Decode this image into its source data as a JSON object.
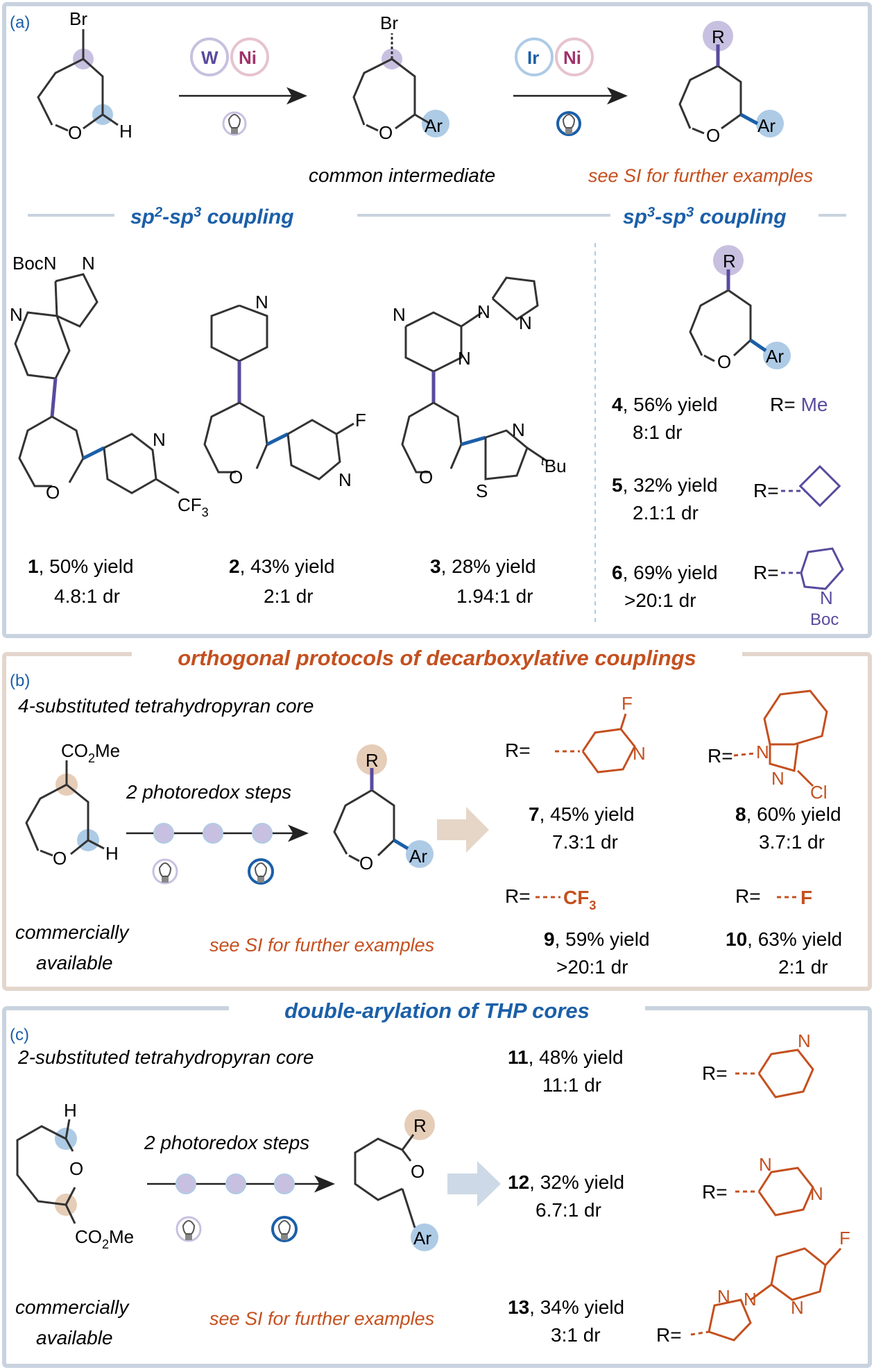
{
  "colors": {
    "blue": "#1b5fa8",
    "purple": "#5a4a9e",
    "orange": "#c4501f",
    "bond": "#333333",
    "panelA_border": "#c9d3df",
    "panelB_border": "#e3d6cc",
    "panelC_border": "#c9d3df",
    "circle_blue": "#aecbe6",
    "circle_purple": "#c8c0e0",
    "circle_tan": "#e6cdb8"
  },
  "panel_a": {
    "label": "(a)",
    "sm_br": "Br",
    "sm_h": "H",
    "sm_o": "O",
    "cat1_w": "W",
    "cat1_ni": "Ni",
    "cat2_ir": "Ir",
    "cat2_ni": "Ni",
    "int_br": "Br",
    "int_o": "O",
    "int_ar": "Ar",
    "int_caption": "common intermediate",
    "prod_r": "R",
    "prod_o": "O",
    "prod_ar": "Ar",
    "see_si": "see SI for further examples",
    "sp2_heading_pre": "sp",
    "sp2_heading_sup1": "2",
    "sp2_heading_mid": "-sp",
    "sp2_heading_sup2": "3",
    "sp2_heading_post": " coupling",
    "sp3_heading_pre": "sp",
    "sp3_heading_sup1": "3",
    "sp3_heading_mid": "-sp",
    "sp3_heading_sup2": "3",
    "sp3_heading_post": " coupling",
    "c1_boc": "BocN",
    "c1_n": "N",
    "c1_n_pyr": "N",
    "c1_o": "O",
    "c1_n2": "N",
    "c1_cf3": "CF",
    "c1_cf3_sub": "3",
    "c1_num": "1",
    "c1_yield": ", 50% yield",
    "c1_dr": "4.8:1 dr",
    "c2_n": "N",
    "c2_o": "O",
    "c2_f": "F",
    "c2_n2": "N",
    "c2_num": "2",
    "c2_yield": ", 43% yield",
    "c2_dr": "2:1 dr",
    "c3_n1": "N",
    "c3_n2": "N",
    "c3_n3": "N",
    "c3_n4": "N",
    "c3_o": "O",
    "c3_n5": "N",
    "c3_s": "S",
    "c3_tbu_sup": "t",
    "c3_tbu": "Bu",
    "c3_num": "3",
    "c3_yield": ", 28% yield",
    "c3_dr": "1.94:1 dr",
    "c4_r": "R",
    "c4_o": "O",
    "c4_ar": "Ar",
    "c4_num": "4",
    "c4_yield": ", 56% yield",
    "c4_dr": "8:1 dr",
    "c4_req": "R=",
    "c4_me": "Me",
    "c5_num": "5",
    "c5_yield": ", 32% yield",
    "c5_dr": "2.1:1 dr",
    "c5_req": "R=",
    "c6_num": "6",
    "c6_yield": ", 69% yield",
    "c6_dr": ">20:1 dr",
    "c6_req": "R=",
    "c6_n": "N",
    "c6_boc": "Boc"
  },
  "panel_b": {
    "label": "(b)",
    "title": "orthogonal protocols of decarboxylative couplings",
    "subtitle": "4-substituted tetrahydropyran core",
    "sm_co2me": "CO",
    "sm_co2me_sub": "2",
    "sm_co2me_post": "Me",
    "sm_o": "O",
    "sm_h": "H",
    "arrow_label": "2 photoredox steps",
    "prod_r": "R",
    "prod_o": "O",
    "prod_ar": "Ar",
    "commercial1": "commercially",
    "commercial2": "available",
    "see_si": "see SI for further examples",
    "c7_req": "R=",
    "c7_f": "F",
    "c7_n": "N",
    "c7_num": "7",
    "c7_yield": ", 45% yield",
    "c7_dr": "7.3:1 dr",
    "c8_req": "R=",
    "c8_n1": "N",
    "c8_n2": "N",
    "c8_cl": "Cl",
    "c8_num": "8",
    "c8_yield": ", 60% yield",
    "c8_dr": "3.7:1 dr",
    "c9_req": "R=",
    "c9_cf3": "CF",
    "c9_cf3_sub": "3",
    "c9_num": "9",
    "c9_yield": ", 59% yield",
    "c9_dr": ">20:1 dr",
    "c10_req": "R=",
    "c10_f": "F",
    "c10_num": "10",
    "c10_yield": ", 63% yield",
    "c10_dr": "2:1 dr"
  },
  "panel_c": {
    "label": "(c)",
    "title": "double-arylation of THP cores",
    "subtitle": "2-substituted tetrahydropyran core",
    "sm_h": "H",
    "sm_o": "O",
    "sm_co2me": "CO",
    "sm_co2me_sub": "2",
    "sm_co2me_post": "Me",
    "arrow_label": "2 photoredox steps",
    "prod_r": "R",
    "prod_o": "O",
    "prod_ar": "Ar",
    "commercial1": "commercially",
    "commercial2": "available",
    "see_si": "see SI for further examples",
    "c11_num": "11",
    "c11_yield": ", 48% yield",
    "c11_dr": "11:1 dr",
    "c11_req": "R=",
    "c11_n": "N",
    "c12_num": "12",
    "c12_yield": ", 32% yield",
    "c12_dr": "6.7:1 dr",
    "c12_req": "R=",
    "c12_n1": "N",
    "c12_n2": "N",
    "c13_num": "13",
    "c13_yield": ", 34% yield",
    "c13_dr": "3:1 dr",
    "c13_req": "R=",
    "c13_n1": "N",
    "c13_n2": "N",
    "c13_n3": "N",
    "c13_f": "F"
  }
}
